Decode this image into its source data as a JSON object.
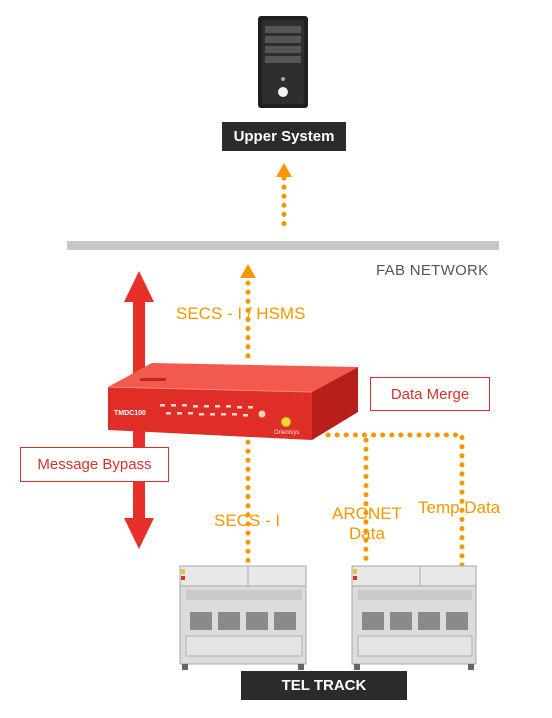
{
  "upper_system": {
    "label": "Upper System"
  },
  "network": {
    "label": "FAB NETWORK"
  },
  "protocols": {
    "top": "SECS - I / HSMS",
    "bottom": "SECS - I",
    "arcnet_line1": "ARCNET",
    "arcnet_line2": "Data",
    "temp": "Temp Data"
  },
  "device": {
    "model": "TMDC100",
    "brand": "Orientsys",
    "label": "Data Merge"
  },
  "bypass": {
    "label": "Message Bypass"
  },
  "tel_track": {
    "label": "TEL TRACK"
  },
  "colors": {
    "accent_orange": "#f39800",
    "red": "#e8302b",
    "dark": "#2b2b2b",
    "network_gray": "#c7c7c7"
  }
}
